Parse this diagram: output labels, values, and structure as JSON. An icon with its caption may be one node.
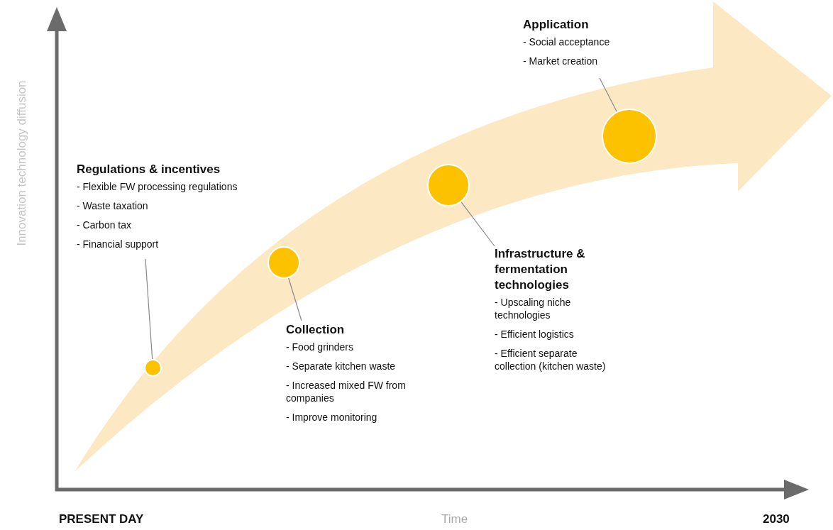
{
  "diagram": {
    "nodes": [
      {
        "text": [
          "Regulations & incentives",
          "- Flexible FW processing regulations",
          "- Waste taxation",
          "- Carbon tax",
          "- Financial support"
        ]
      },
      {
        "text": [],
        "shape": "circle"
      },
      {
        "text": [],
        "shape": "circle"
      },
      {
        "text": [
          "Collection",
          "- Food grinders",
          "- Separate kitchen waste",
          "- Increased mixed FW from companies",
          "- Improve monitoring"
        ]
      },
      {
        "text": [],
        "shape": "circle"
      },
      {
        "text": [
          "Infrastructure & fermentation technologies",
          "- Upscaling niche technologies",
          "- Efficient logistics",
          "- Efficient separate collection (kitchen waste)"
        ]
      },
      {
        "text": [
          "Application",
          "- Social acceptance",
          "- Market creation"
        ]
      },
      {
        "text": [],
        "shape": "circle"
      }
    ],
    "edges": [
      {
        "from": 0,
        "to": 1,
        "arrow": "none"
      },
      {
        "from": 3,
        "to": 2,
        "arrow": "none"
      },
      {
        "from": 5,
        "to": 4,
        "arrow": "none"
      },
      {
        "from": 6,
        "to": 7,
        "arrow": "none"
      }
    ],
    "labels": [
      "Innovation technology diffusion",
      "PRESENT DAY",
      "Time",
      "2030"
    ]
  }
}
